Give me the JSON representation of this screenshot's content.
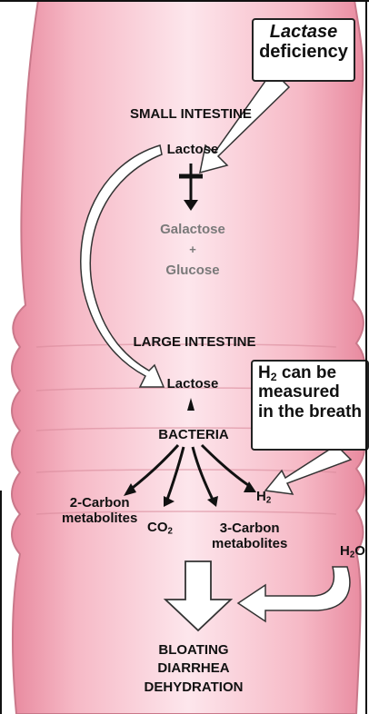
{
  "colors": {
    "intestine_wall": "#f3a9b8",
    "intestine_lumen": "#fbe1e7",
    "intestine_outline": "#c9788a",
    "arrow_outline": "#333333",
    "text": "#111111",
    "gray_text": "#7a7a7a"
  },
  "labels": {
    "small_intestine": "SMALL INTESTINE",
    "lactose_top": "Lactose",
    "galactose": "Galactose",
    "plus": "+",
    "glucose": "Glucose",
    "large_intestine": "LARGE INTESTINE",
    "lactose_bottom": "Lactose",
    "bacteria": "BACTERIA",
    "two_carbon_line1": "2-Carbon",
    "two_carbon_line2": "metabolites",
    "co2_base": "CO",
    "co2_sub": "2",
    "three_carbon_line1": "3-Carbon",
    "three_carbon_line2": "metabolites",
    "h2_base": "H",
    "h2_sub": "2",
    "h2o_base": "H",
    "h2o_sub": "2",
    "h2o_tail": "O",
    "outcome_1": "BLOATING",
    "outcome_2": "DIARRHEA",
    "outcome_3": "DEHYDRATION"
  },
  "callouts": {
    "lactase_word": "Lactase",
    "deficiency": "deficiency",
    "breath_h_base": "H",
    "breath_h_sub": "2",
    "breath_line1_tail": " can be",
    "breath_line2": "measured",
    "breath_line3": "in the breath"
  },
  "icons": {
    "block_symbol": "inhibition-bar-icon",
    "curved_arrow": "curved-arrow-icon",
    "down_arrow": "big-down-arrow-icon"
  }
}
